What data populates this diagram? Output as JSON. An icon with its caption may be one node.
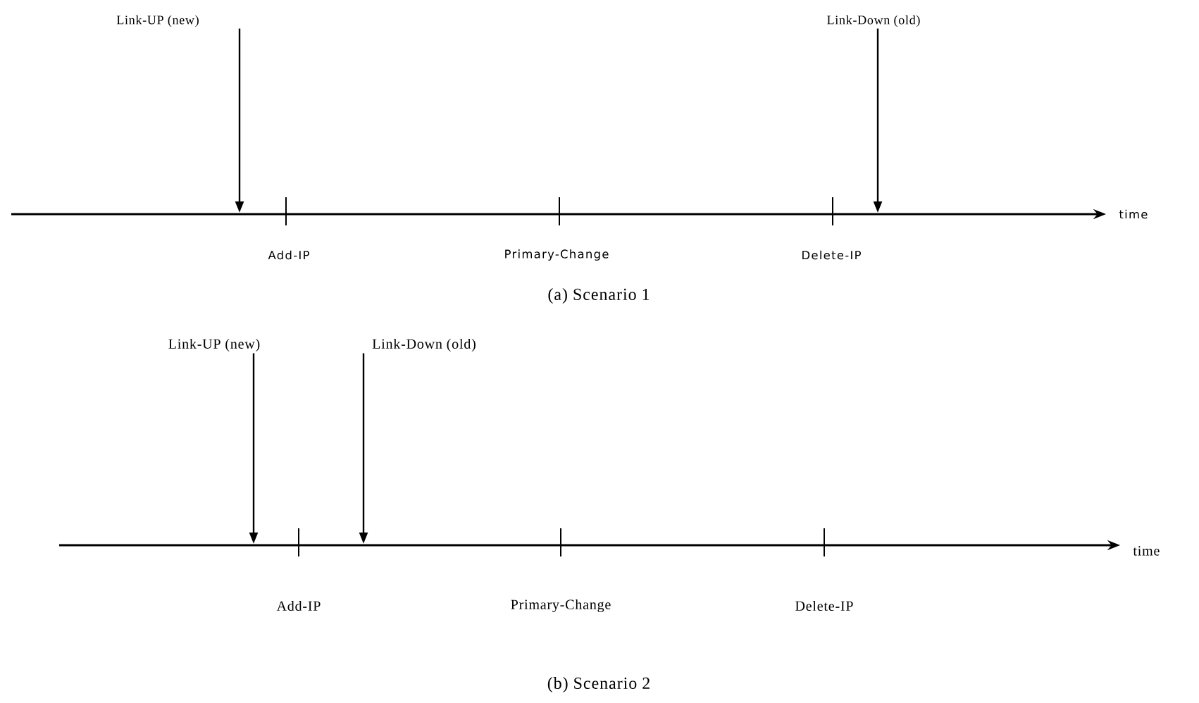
{
  "diagram": {
    "nodes": [
      {
        "text": [
          "Link-UP (new)"
        ]
      },
      {
        "text": [
          "Link-Down (old)"
        ]
      },
      {
        "text": [
          "Link-UP (new)"
        ]
      },
      {
        "text": [
          "Link-Down (old)"
        ]
      }
    ],
    "edges": [
      {
        "from": 0,
        "to": null,
        "arrow": "to"
      },
      {
        "from": 1,
        "to": null,
        "arrow": "to"
      },
      {
        "from": 2,
        "to": null,
        "arrow": "to"
      },
      {
        "from": 3,
        "to": null,
        "arrow": "to"
      }
    ],
    "labels": [
      "Add-IP",
      "Primary-Change",
      "Delete-IP",
      "time",
      "(a) Scenario 1",
      "Add-IP",
      "Primary-Change",
      "Delete-IP",
      "time",
      "(b) Scenario 2"
    ]
  }
}
